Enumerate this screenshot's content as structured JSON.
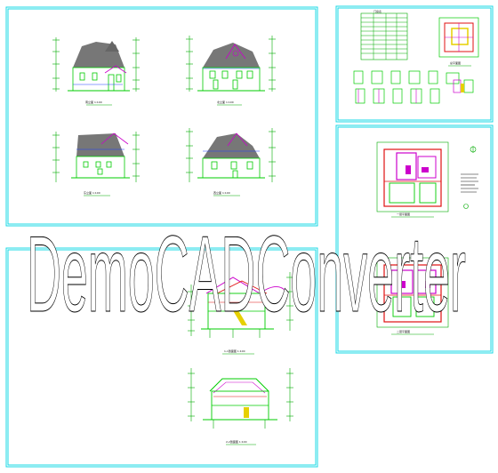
{
  "app": {
    "title": "DemoCADConverter"
  },
  "watermark": {
    "text": "DemoCADConverter"
  },
  "sheet": {
    "background": "#ffffff",
    "colors": {
      "frame": "#19d9e6",
      "wall": "#00cc00",
      "roof": "#777777",
      "pitch": "#cc00cc",
      "dims": "#00aa00",
      "red": "#e01010",
      "yellow": "#e6d000",
      "blue": "#2040ff",
      "watermark_stroke": "#000000"
    }
  },
  "drawings": {
    "elevations": [
      {
        "id": "elev-1",
        "caption": "南立面 1:100"
      },
      {
        "id": "elev-2",
        "caption": "北立面 1:100"
      },
      {
        "id": "elev-3",
        "caption": "东立面 1:100"
      },
      {
        "id": "elev-4",
        "caption": "西立面 1:100"
      }
    ],
    "sections": [
      {
        "id": "section-1",
        "caption": "1-1剖面图 1:100"
      },
      {
        "id": "section-2",
        "caption": "2-2剖面图 1:100"
      }
    ],
    "plans": [
      {
        "id": "plan-1",
        "caption": "一层平面图"
      },
      {
        "id": "plan-2",
        "caption": "二层平面图"
      }
    ],
    "details": {
      "caption": "门窗表",
      "site_plan_caption": "总平面图"
    }
  }
}
